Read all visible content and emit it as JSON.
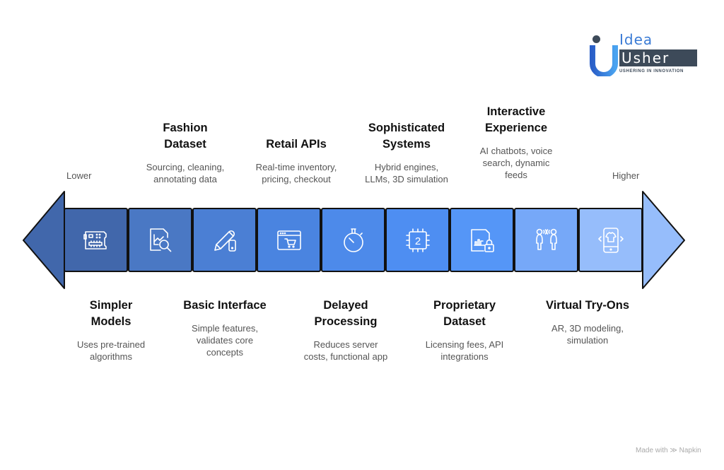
{
  "logo": {
    "line1": "Idea",
    "line2": "Usher",
    "tagline": "USHERING IN INNOVATION"
  },
  "scale": {
    "low_label": "Lower",
    "high_label": "Higher"
  },
  "segments": [
    {
      "icon": "circuit-board-icon",
      "color": "#4167ab"
    },
    {
      "icon": "chart-search-icon",
      "color": "#4a78c4"
    },
    {
      "icon": "pencil-mobile-icon",
      "color": "#4b7fd4"
    },
    {
      "icon": "browser-cart-icon",
      "color": "#4a84e0"
    },
    {
      "icon": "stopwatch-icon",
      "color": "#4d8aea"
    },
    {
      "icon": "chip-2-icon",
      "color": "#4e8ef2"
    },
    {
      "icon": "document-chart-lock-icon",
      "color": "#5596f7"
    },
    {
      "icon": "people-talking-icon",
      "color": "#76a8f8"
    },
    {
      "icon": "phone-tshirt-icon",
      "color": "#96bdfb"
    }
  ],
  "top_items": [
    {
      "title": "Fashion Dataset",
      "title_lines": [
        "Fashion",
        "Dataset"
      ],
      "desc_lines": [
        "Sourcing, cleaning,",
        "annotating data"
      ]
    },
    {
      "title": "Retail APIs",
      "title_lines": [
        "Retail APIs"
      ],
      "desc_lines": [
        "Real-time inventory,",
        "pricing, checkout"
      ]
    },
    {
      "title": "Sophisticated Systems",
      "title_lines": [
        "Sophisticated",
        "Systems"
      ],
      "desc_lines": [
        "Hybrid engines,",
        "LLMs, 3D simulation"
      ]
    },
    {
      "title": "Interactive Experience",
      "title_lines": [
        "Interactive",
        "Experience"
      ],
      "desc_lines": [
        "AI chatbots, voice",
        "search, dynamic",
        "feeds"
      ]
    }
  ],
  "bottom_items": [
    {
      "title": "Simpler Models",
      "title_lines": [
        "Simpler",
        "Models"
      ],
      "desc_lines": [
        "Uses pre-trained",
        "algorithms"
      ]
    },
    {
      "title": "Basic Interface",
      "title_lines": [
        "Basic Interface"
      ],
      "desc_lines": [
        "Simple features,",
        "validates core",
        "concepts"
      ]
    },
    {
      "title": "Delayed Processing",
      "title_lines": [
        "Delayed",
        "Processing"
      ],
      "desc_lines": [
        "Reduces server",
        "costs, functional app"
      ]
    },
    {
      "title": "Proprietary Dataset",
      "title_lines": [
        "Proprietary",
        "Dataset"
      ],
      "desc_lines": [
        "Licensing fees, API",
        "integrations"
      ]
    },
    {
      "title": "Virtual Try-Ons",
      "title_lines": [
        "Virtual Try-Ons"
      ],
      "desc_lines": [
        "AR, 3D modeling,",
        "simulation"
      ]
    }
  ],
  "arrow_colors": {
    "left_head": "#4167ab",
    "right_head": "#96bdfb"
  },
  "footer": {
    "text": "Made with",
    "brand": "Napkin"
  }
}
